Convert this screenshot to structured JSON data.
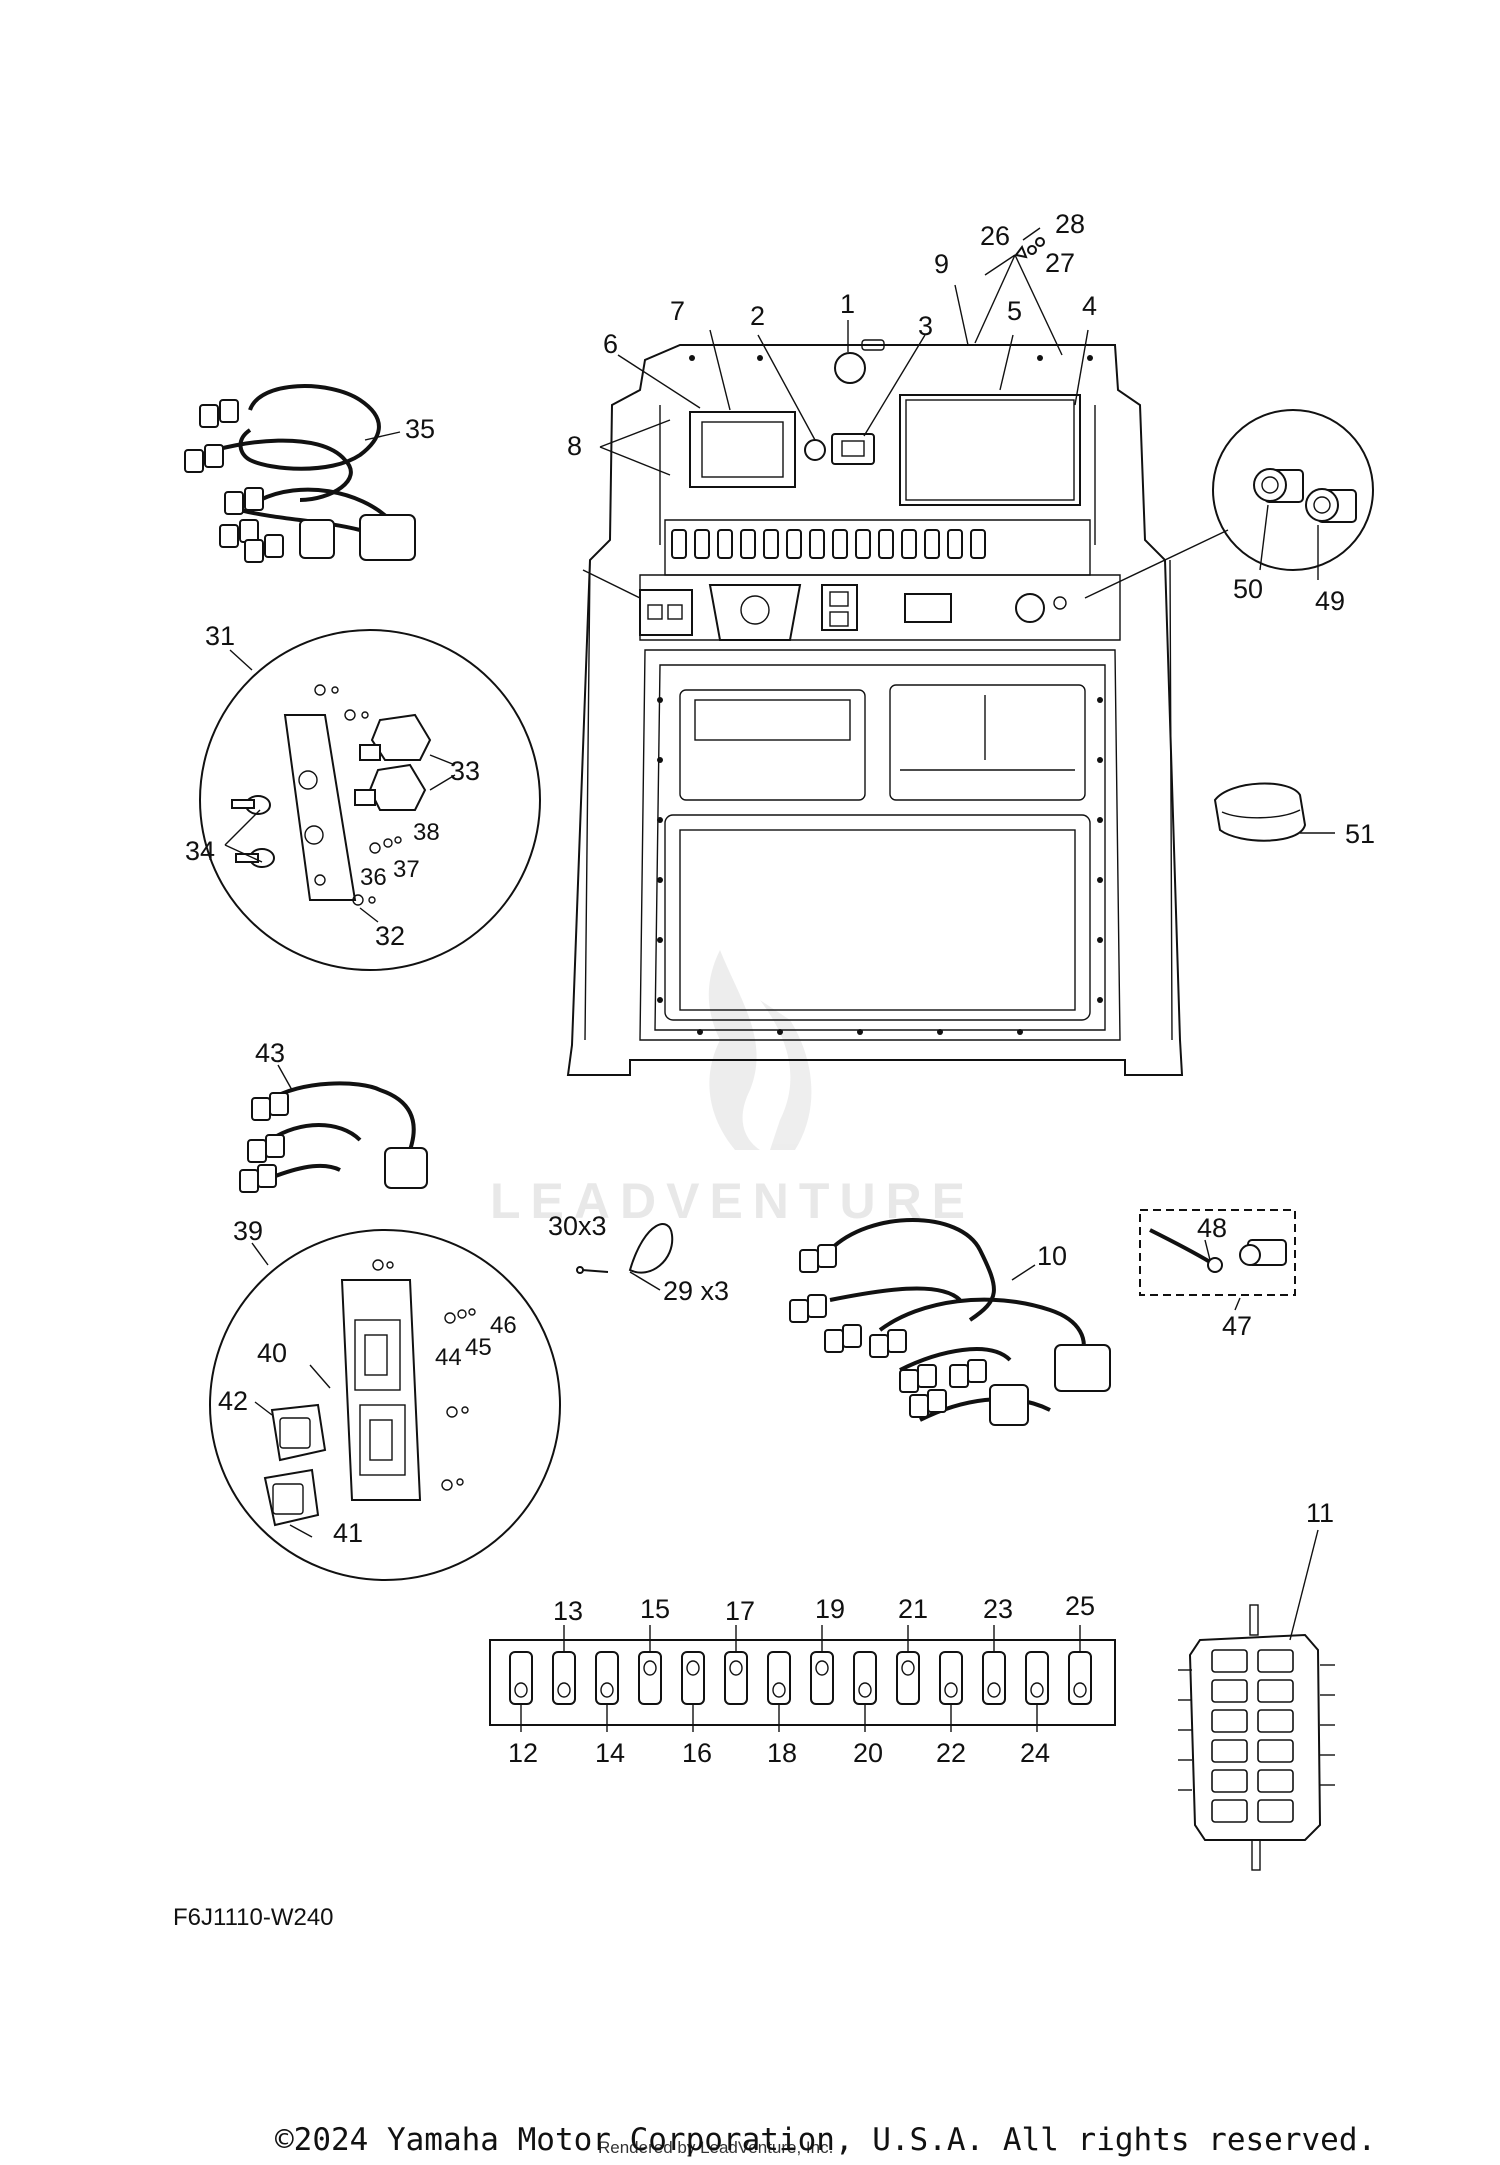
{
  "callouts": {
    "c1": "1",
    "c2": "2",
    "c3": "3",
    "c4": "4",
    "c5": "5",
    "c6": "6",
    "c7": "7",
    "c8": "8",
    "c9": "9",
    "c10": "10",
    "c11": "11",
    "c12": "12",
    "c13": "13",
    "c14": "14",
    "c15": "15",
    "c16": "16",
    "c17": "17",
    "c18": "18",
    "c19": "19",
    "c20": "20",
    "c21": "21",
    "c22": "22",
    "c23": "23",
    "c24": "24",
    "c25": "25",
    "c26": "26",
    "c27": "27",
    "c28": "28",
    "c29": "29 x3",
    "c30": "30x3",
    "c31": "31",
    "c32": "32",
    "c33": "33",
    "c34": "34",
    "c35": "35",
    "c36": "36",
    "c37": "37",
    "c38": "38",
    "c39": "39",
    "c40": "40",
    "c41": "41",
    "c42": "42",
    "c43": "43",
    "c44": "44",
    "c45": "45",
    "c46": "46",
    "c47": "47",
    "c48": "48",
    "c49": "49",
    "c50": "50",
    "c51": "51"
  },
  "diagram_code": "F6J1110-W240",
  "watermark": "LEADVENTURE",
  "copyright": "©2024 Yamaha Motor Corporation, U.S.A. All rights reserved.",
  "rendered_by": "Rendered by LeadVenture, Inc."
}
